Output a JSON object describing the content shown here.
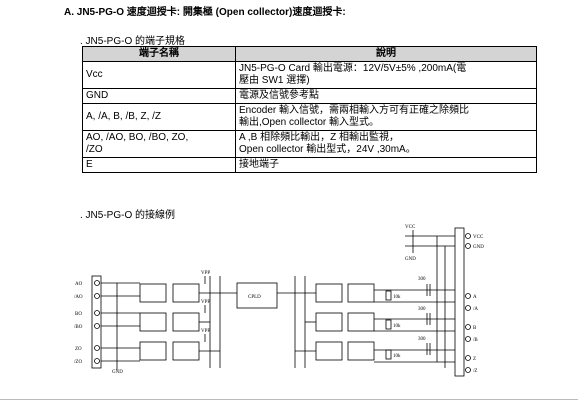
{
  "heading": "A. JN5-PG-O 速度迴授卡: 開集極 (Open collector)速度迴授卡:",
  "section1_title": ". JN5-PG-O 的端子規格",
  "table": {
    "headers": [
      "端子名稱",
      "說明"
    ],
    "rows": [
      {
        "name": "Vcc",
        "desc": [
          "JN5-PG-O Card 輸出電源：12V/5V±5% ,200mA(電",
          "壓由 SW1 選擇)"
        ]
      },
      {
        "name": "GND",
        "desc": [
          "電源及信號參考點"
        ]
      },
      {
        "name": "A, /A, B, /B, Z, /Z",
        "desc": [
          "Encoder 輸入信號，需兩相輸入方可有正確之除頻比",
          "輸出,Open collector 輸入型式。"
        ]
      },
      {
        "name": "AO, /AO, BO, /BO, ZO, /ZO",
        "desc": [
          "A ,B 相除頻比輸出，Z 相輸出監視，",
          "Open collector 輸出型式，24V ,30mA。"
        ]
      },
      {
        "name": "E",
        "desc": [
          "接地端子"
        ]
      }
    ]
  },
  "section2_title": ". JN5-PG-O 的接線例",
  "diagram": {
    "left_terminals": [
      "AO",
      "/AO",
      "BO",
      "/BO",
      "ZO",
      "/ZO"
    ],
    "right_terminals": [
      "VCC",
      "GND",
      "A",
      "/A",
      "B",
      "/B",
      "Z",
      "/Z"
    ],
    "cpld_label": "CPLD",
    "vpp_label": "VPP",
    "vcc_label": "VCC",
    "gnd_label": "GND",
    "resistor_label": "300",
    "res10k_label": "10k"
  }
}
